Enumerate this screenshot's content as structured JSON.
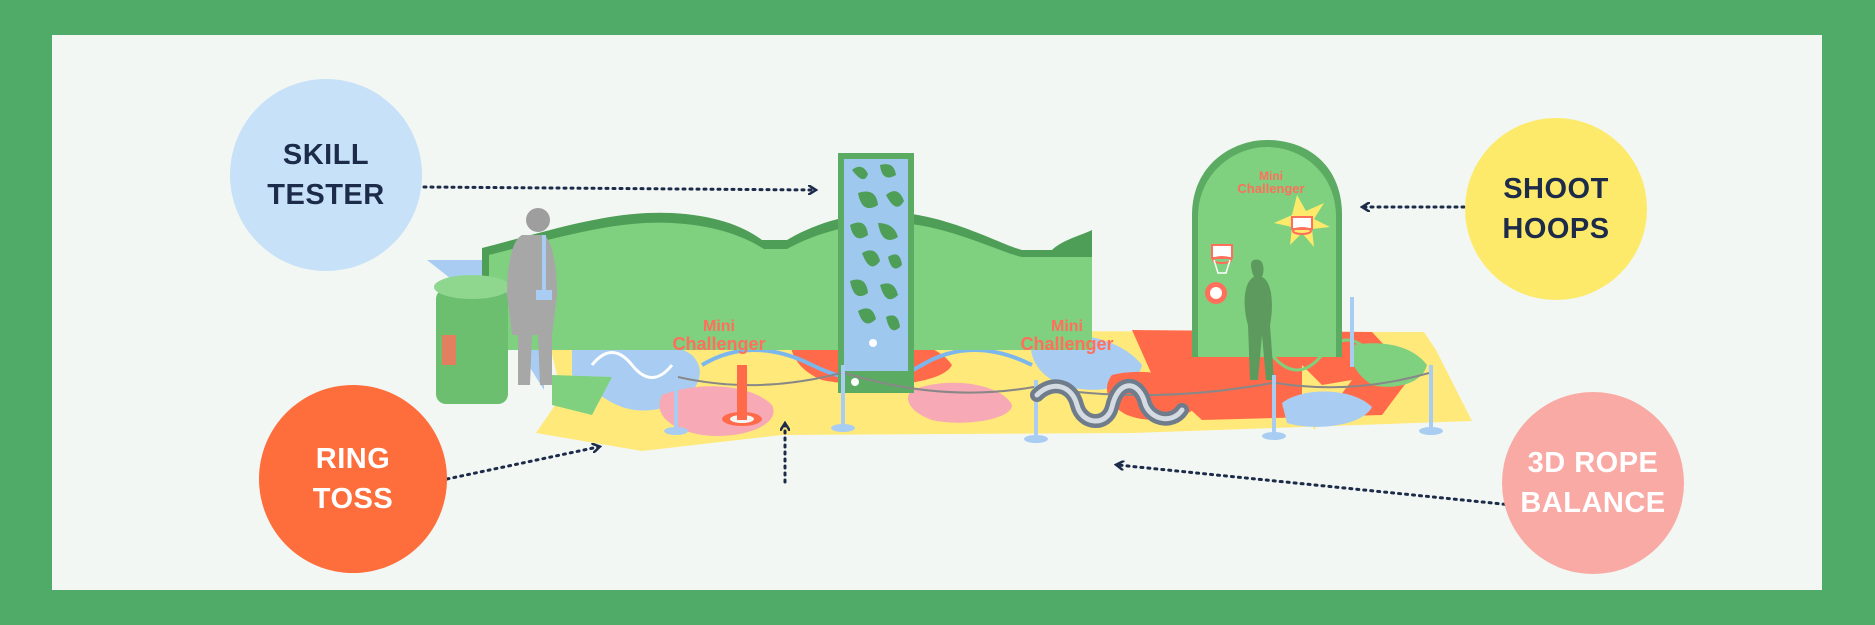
{
  "colors": {
    "frame_border": "#4fab67",
    "background": "#f3f7f3",
    "arrow": "#1d2b4a",
    "wall_green": "#7fd17f",
    "wall_dark_green": "#4e9e58",
    "logo_red": "#ff6f5b",
    "floor_yellow": "#ffe97a",
    "floor_blue": "#a9cdf2",
    "floor_pink": "#f7a9b5",
    "floor_orange": "#ff6b4a"
  },
  "callouts": {
    "skill_tester": {
      "line1": "SKILL",
      "line2": "TESTER",
      "fill": "#c6e1f8",
      "text_color": "#1d2b4a"
    },
    "shoot_hoops": {
      "line1": "SHOOT",
      "line2": "HOOPS",
      "fill": "#fdea6a",
      "text_color": "#1d2b4a"
    },
    "ring_toss": {
      "line1": "RING",
      "line2": "TOSS",
      "fill": "#fe6e3c",
      "text_color": "#ffffff"
    },
    "rope_balance": {
      "line1": "3D ROPE",
      "line2": "BALANCE",
      "fill": "#f9aaa5",
      "text_color": "#ffffff"
    }
  },
  "booth": {
    "logo_line1": "Mini",
    "logo_line2": "Challenger"
  },
  "icons": {
    "arrow": "dotted-arrow-icon",
    "hoop": "basketball-hoop-icon",
    "person": "person-silhouette-icon"
  }
}
